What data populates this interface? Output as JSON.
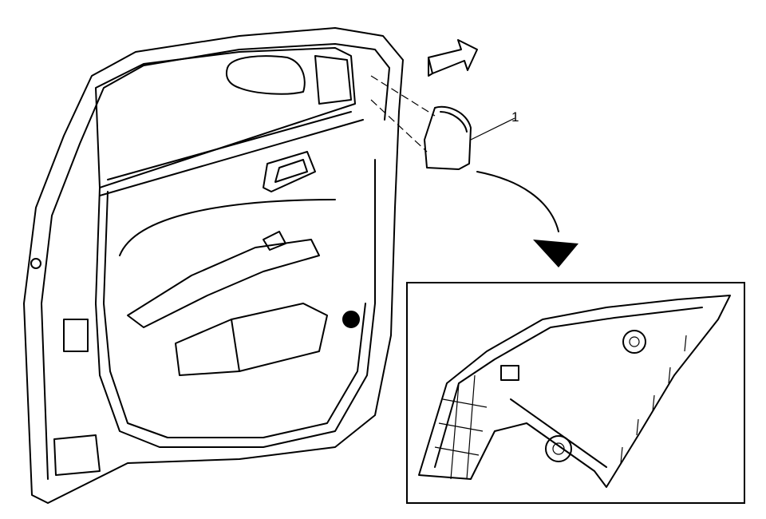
{
  "diagram": {
    "callouts": [
      {
        "id": 1,
        "label": "1"
      }
    ],
    "colors": {
      "line": "#000000",
      "background": "#ffffff",
      "arrow_fill": "#ffffff"
    },
    "components": [
      "door-assembly",
      "trim-cover-panel",
      "removal-direction-arrow",
      "detail-inset"
    ]
  }
}
